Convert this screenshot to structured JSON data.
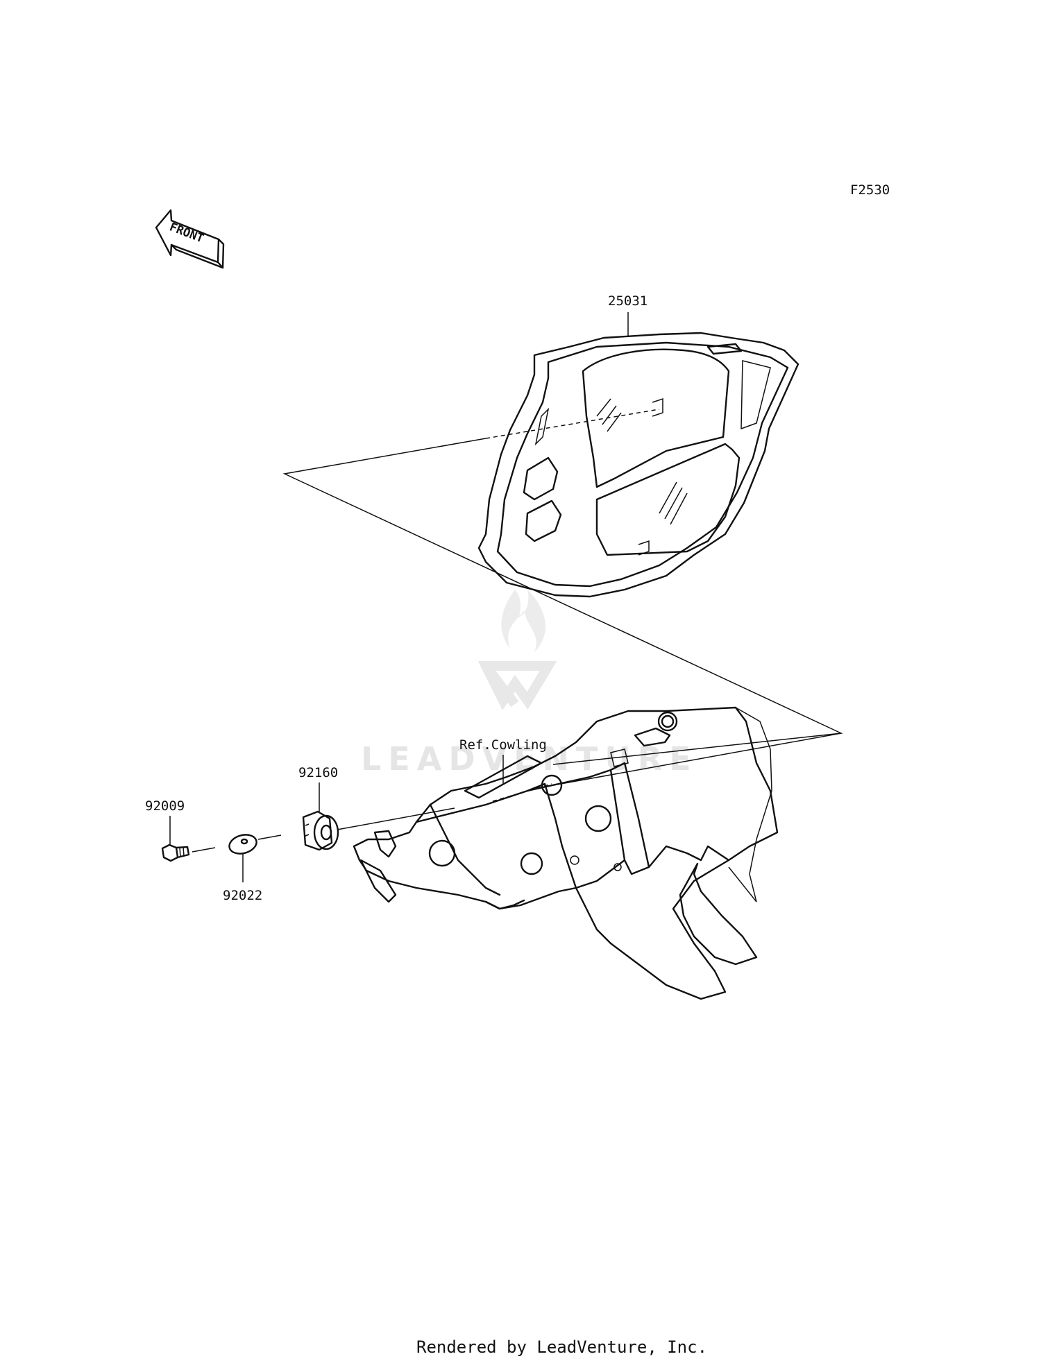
{
  "diagram_code": "F2530",
  "front_marker": "FRONT",
  "parts": [
    {
      "id": "p25031",
      "label": "25031"
    },
    {
      "id": "p92160",
      "label": "92160"
    },
    {
      "id": "p92009",
      "label": "92009"
    },
    {
      "id": "p92022",
      "label": "92022"
    }
  ],
  "reference_label": "Ref.Cowling",
  "watermark": "LEADVENTURE",
  "footer": "Rendered by LeadVenture, Inc.",
  "colors": {
    "line": "#111111",
    "watermark": "#e5e5e5",
    "background": "#ffffff"
  }
}
